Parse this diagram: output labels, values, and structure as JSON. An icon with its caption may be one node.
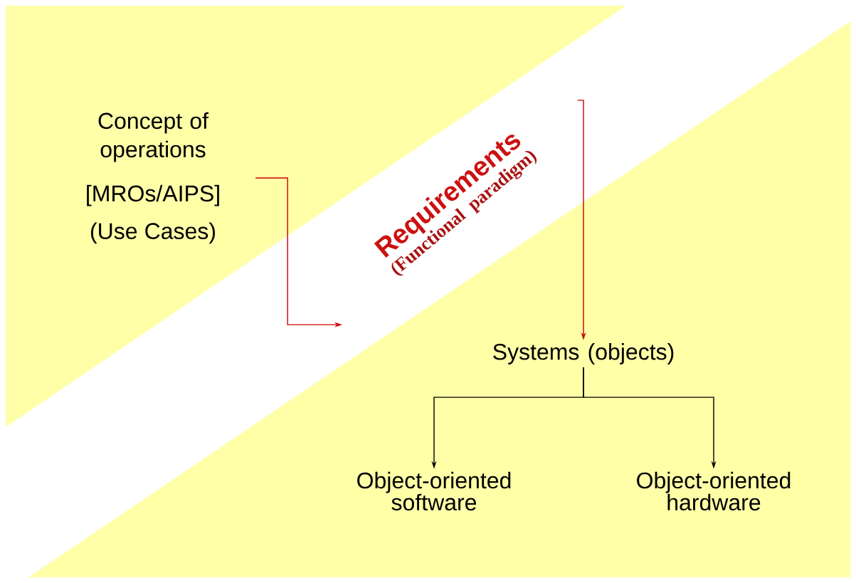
{
  "diagram": {
    "nodes": [
      {
        "text": [
          "Concept of operations",
          "[MROs/AIPS]",
          "(Use Cases)"
        ]
      },
      {
        "text": [
          "Requirements",
          "(Functional paradigm)"
        ]
      },
      {
        "text": [
          "Systems (objects)"
        ]
      },
      {
        "text": [
          "Object-oriented software"
        ]
      },
      {
        "text": [
          "Object-oriented hardware"
        ]
      }
    ],
    "edges": [
      {
        "from": 0,
        "to": 1,
        "arrow": "to",
        "color": "#cc0000"
      },
      {
        "from": 1,
        "to": 2,
        "arrow": "to",
        "color": "#cc0000"
      },
      {
        "from": 2,
        "to": 3,
        "arrow": "to",
        "color": "#000000"
      },
      {
        "from": 2,
        "to": 4,
        "arrow": "to",
        "color": "#000000"
      }
    ]
  }
}
